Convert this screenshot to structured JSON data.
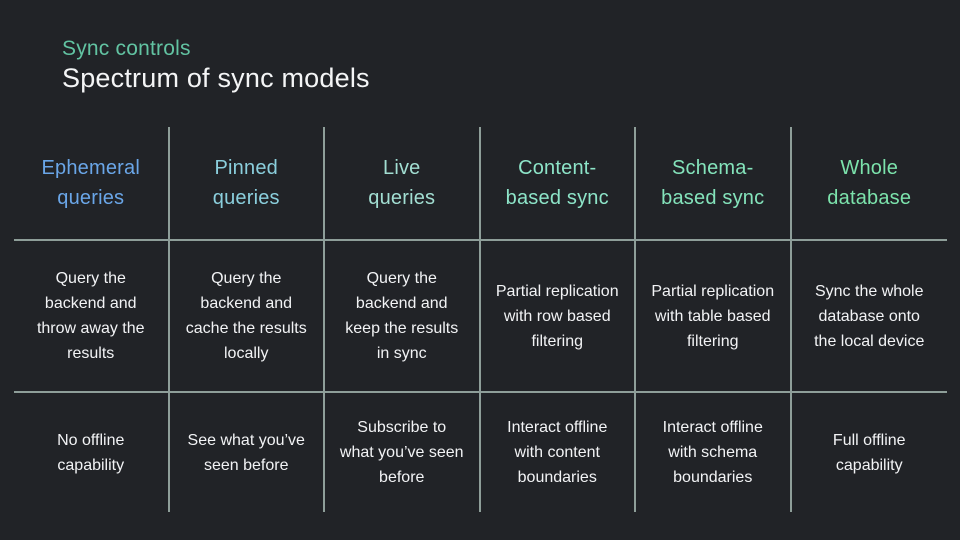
{
  "slide": {
    "eyebrow": "Sync controls",
    "title": "Spectrum of sync models"
  },
  "colors": {
    "background": "#212327",
    "grid_line": "#8e9e99",
    "eyebrow_text": "#62c3a2",
    "title_text": "#f4f5f6",
    "body_text": "#f2f3f5"
  },
  "table": {
    "columns": [
      {
        "header": "Ephemeral\nqueries",
        "header_color": "#6aa6e8",
        "description": "Query the\nbackend and\nthrow away the\nresults",
        "offline": "No offline\ncapability"
      },
      {
        "header": "Pinned\nqueries",
        "header_color": "#8bcfdd",
        "description": "Query the\nbackend and\ncache the results\nlocally",
        "offline": "See what you’ve\nseen before"
      },
      {
        "header": "Live\nqueries",
        "header_color": "#a2ded2",
        "description": "Query the\nbackend and\nkeep the results\nin sync",
        "offline": "Subscribe to\nwhat you’ve seen\nbefore"
      },
      {
        "header": "Content-\nbased sync",
        "header_color": "#8de4c8",
        "description": "Partial replication\nwith row based\nfiltering",
        "offline": "Interact offline\nwith content\nboundaries"
      },
      {
        "header": "Schema-\nbased sync",
        "header_color": "#84e3bb",
        "description": "Partial replication\nwith table based\nfiltering",
        "offline": "Interact offline\nwith schema\nboundaries"
      },
      {
        "header": "Whole\ndatabase",
        "header_color": "#7ce3ac",
        "description": "Sync the whole\ndatabase onto\nthe local device",
        "offline": "Full offline\ncapability"
      }
    ]
  }
}
